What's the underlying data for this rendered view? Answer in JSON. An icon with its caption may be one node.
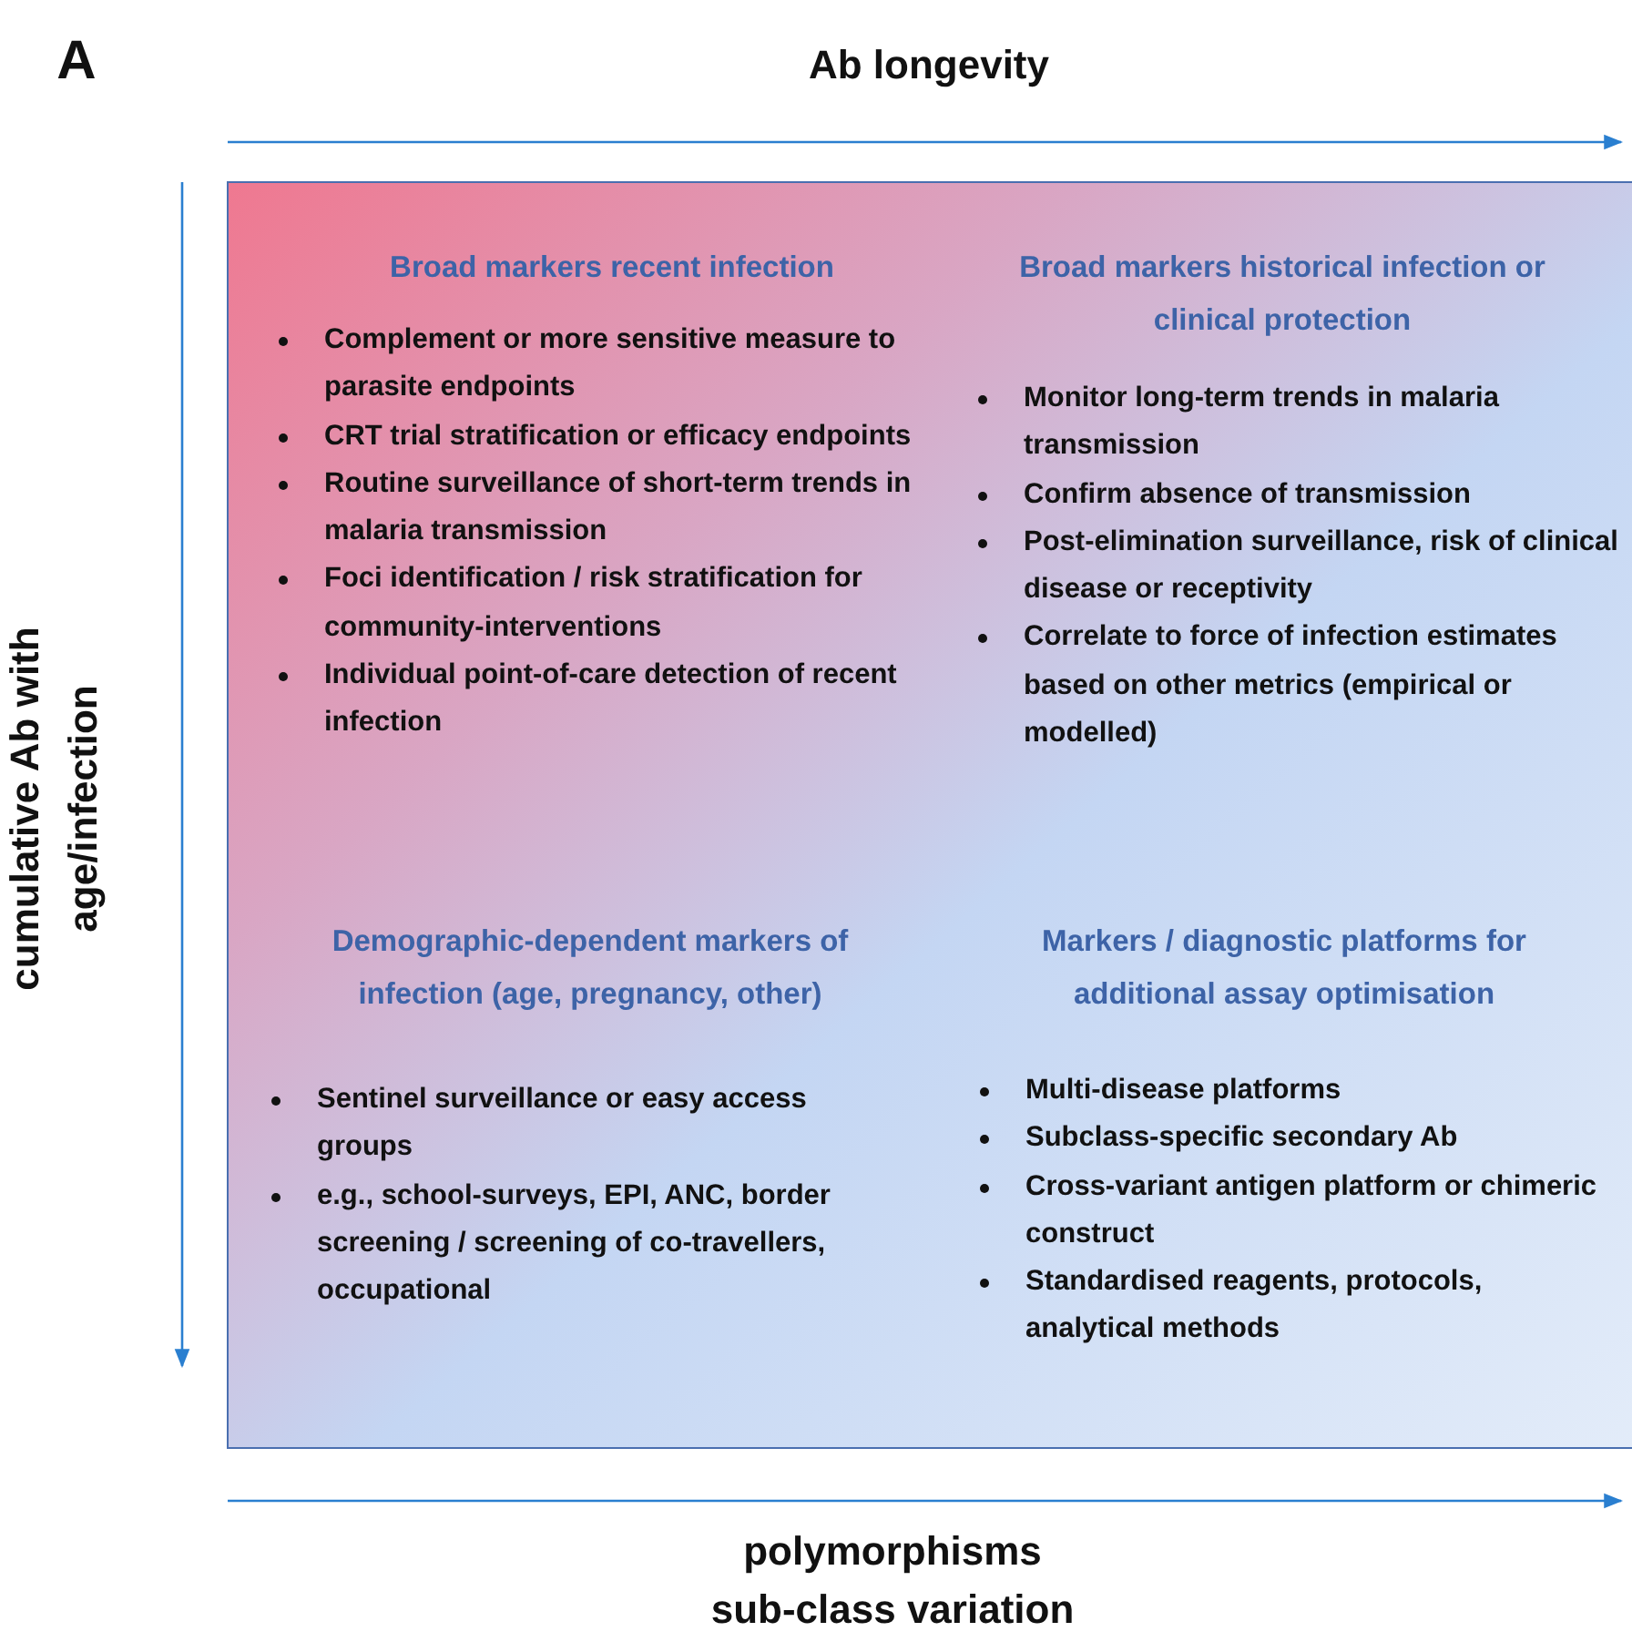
{
  "diagram": {
    "labels": [
      "A",
      "Ab longevity",
      "Broad markers recent infection",
      "Complement or more sensitive measure to parasite endpoints",
      "CRT trial stratification or efficacy endpoints",
      "Routine surveillance of short-term trends in malaria transmission",
      "Foci identification / risk stratification for community-interventions",
      "Individual point-of-care detection of recent infection",
      "Broad markers historical infection or clinical protection",
      "Monitor long-term trends in malaria transmission",
      "Confirm absence of transmission",
      "Post-elimination surveillance, risk of clinical disease or receptivity",
      "Correlate to force of infection estimates based on other metrics (empirical or modelled)",
      "Demographic-dependent markers of infection (age, pregnancy, other)",
      "Sentinel surveillance or easy access groups",
      "e.g., school-surveys, EPI, ANC, border screening / screening of co-travellers, occupational",
      "Markers / diagnostic platforms for additional assay optimisation",
      "Multi-disease platforms",
      "Subclass-specific secondary Ab",
      "Cross-variant antigen platform or chimeric construct",
      "Standardised reagents, protocols, analytical methods",
      "cumulative Ab with age/infection",
      "polymorphisms sub-class variation"
    ]
  }
}
